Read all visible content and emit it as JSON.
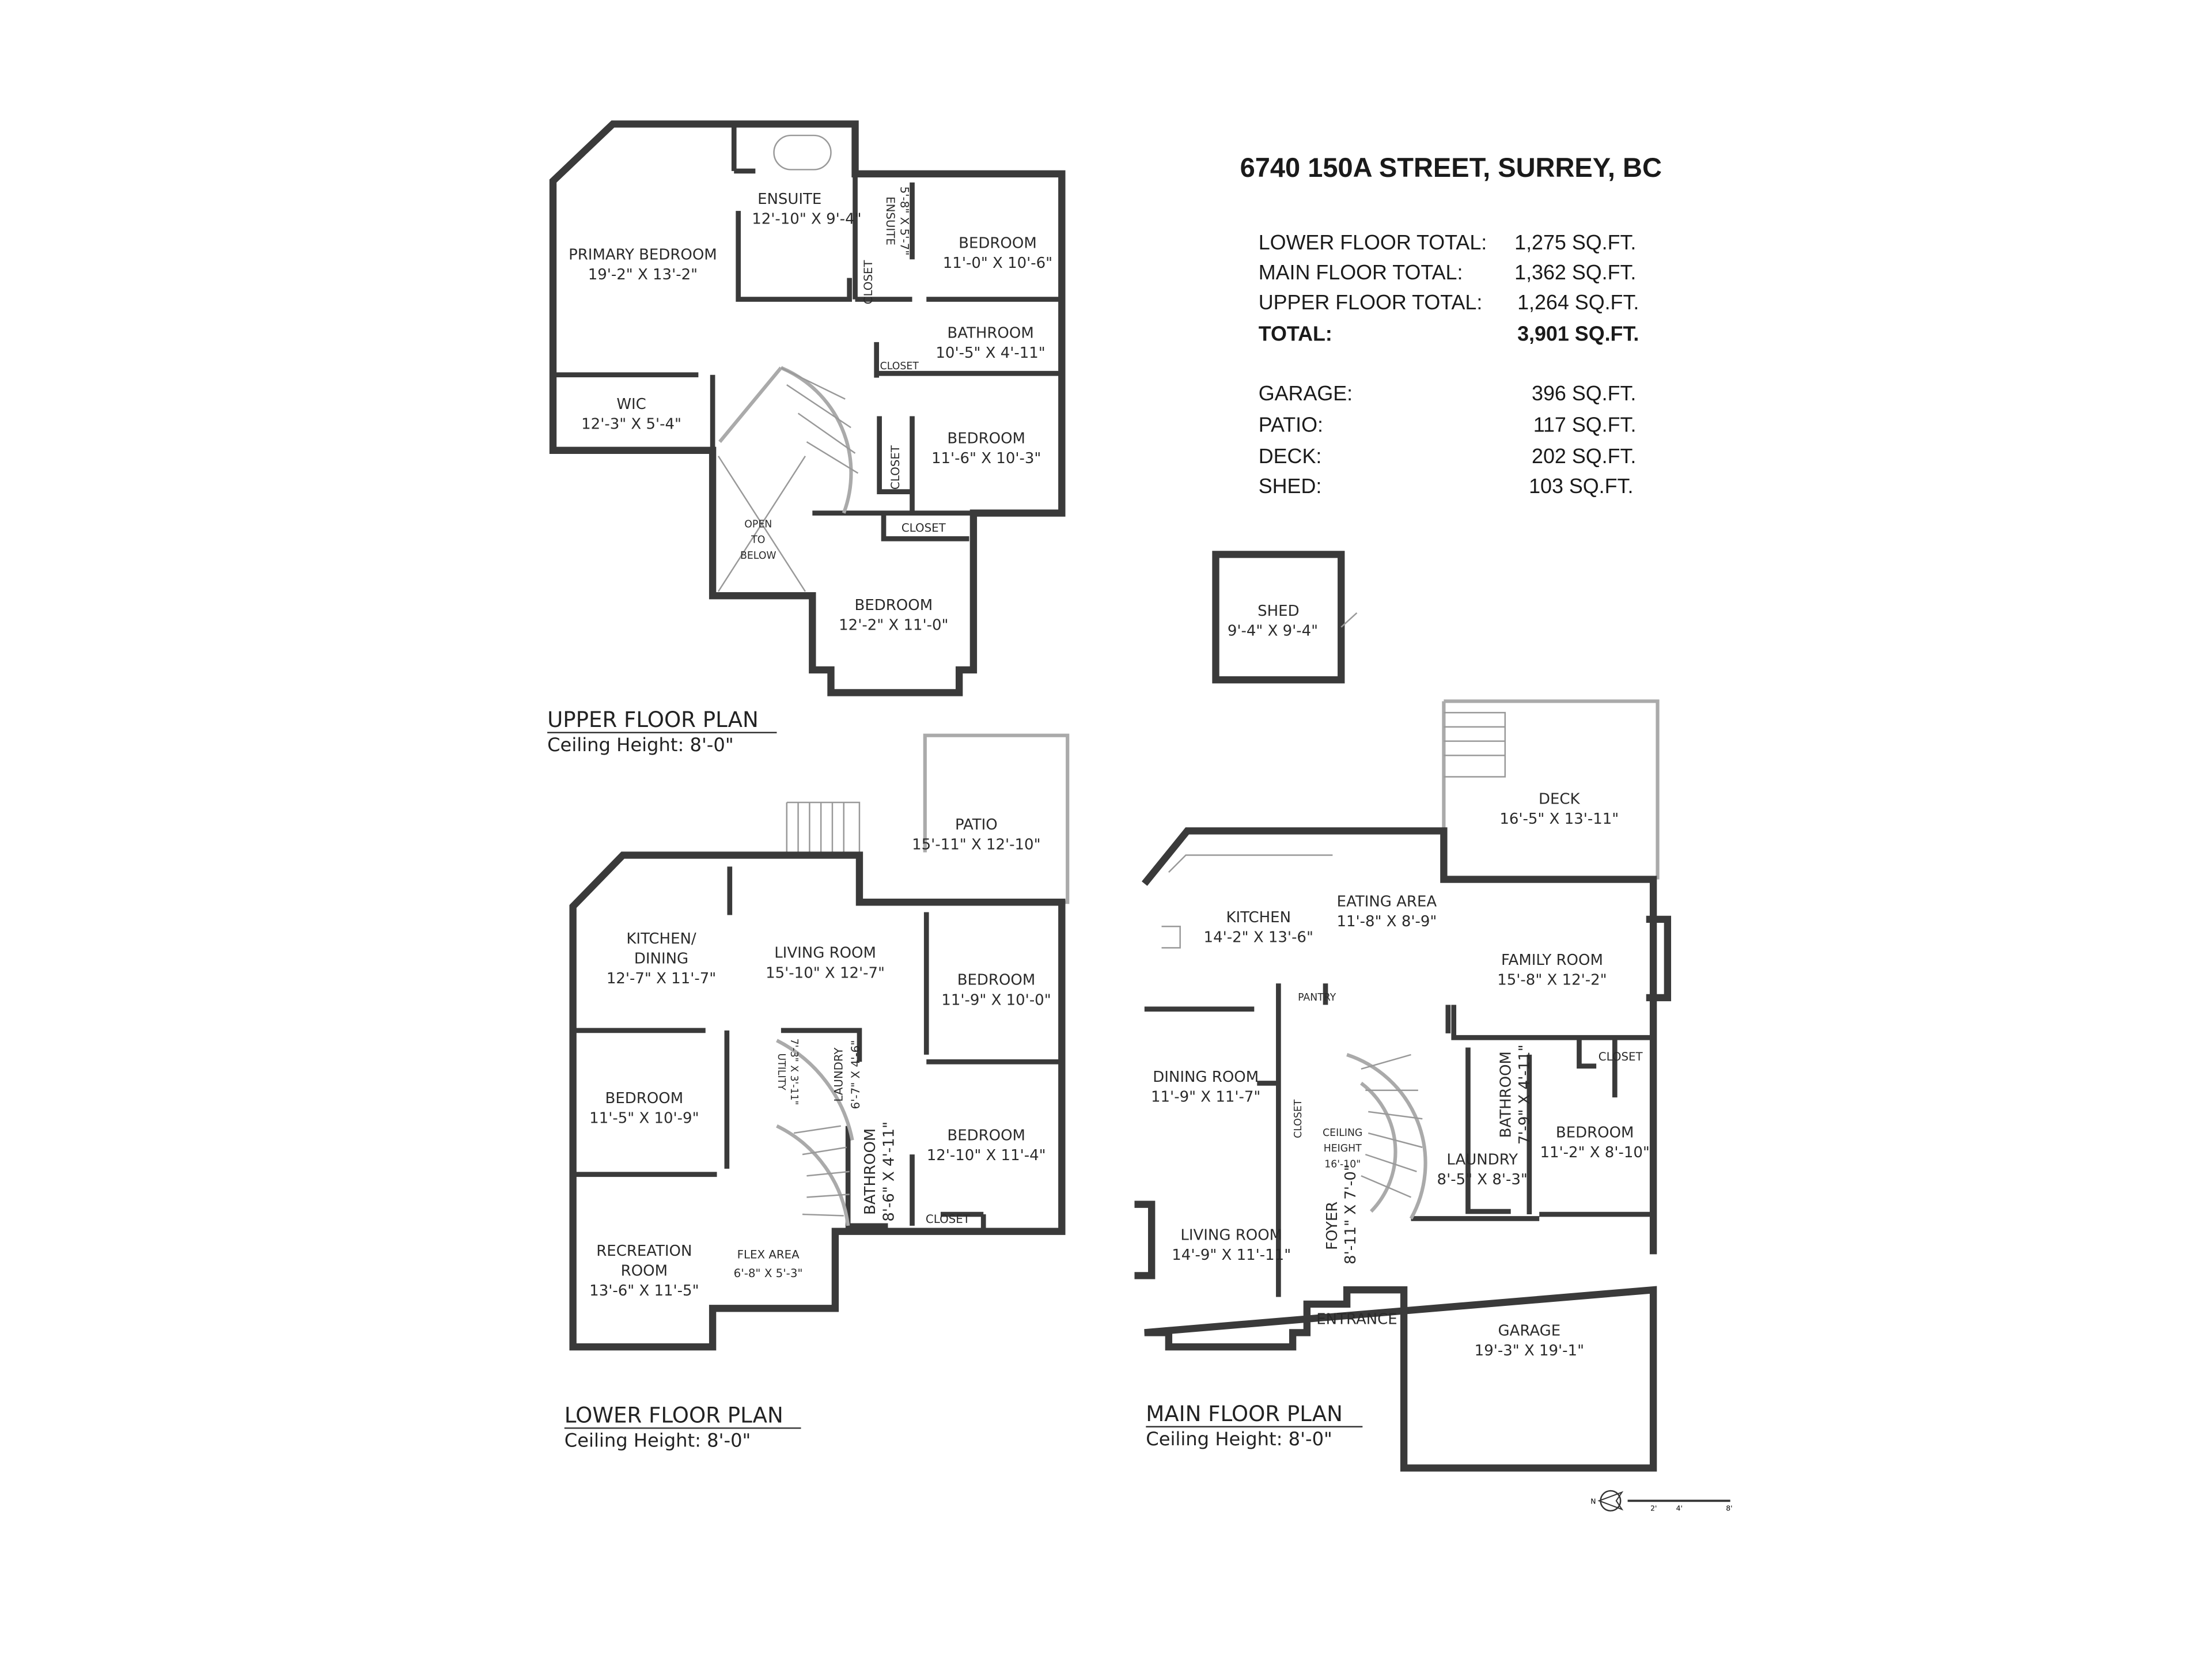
{
  "header": {
    "address": "6740 150A STREET, SURREY, BC",
    "areas": [
      {
        "label": "LOWER FLOOR TOTAL:",
        "value": "1,275 SQ.FT."
      },
      {
        "label": "MAIN FLOOR TOTAL:",
        "value": "1,362 SQ.FT."
      },
      {
        "label": "UPPER FLOOR TOTAL:",
        "value": "1,264 SQ.FT."
      },
      {
        "label": "TOTAL:",
        "value": "3,901 SQ.FT."
      }
    ],
    "extras": [
      {
        "label": "GARAGE:",
        "value": "396 SQ.FT."
      },
      {
        "label": "PATIO:",
        "value": "117 SQ.FT."
      },
      {
        "label": "DECK:",
        "value": "202 SQ.FT."
      },
      {
        "label": "SHED:",
        "value": "103 SQ.FT."
      }
    ]
  },
  "shed": {
    "name": "SHED",
    "size": "9'-4\" X 9'-4\""
  },
  "upper": {
    "title": "UPPER FLOOR PLAN",
    "ceiling": "Ceiling Height: 8'-0\"",
    "rooms": [
      {
        "name": "PRIMARY BEDROOM",
        "size": "19'-2\" X 13'-2\""
      },
      {
        "name": "ENSUITE",
        "size": "12'-10\" X 9'-4\""
      },
      {
        "name": "ENSUITE",
        "size": "5'-8\" X 5'-7\""
      },
      {
        "name": "CLOSET"
      },
      {
        "name": "BEDROOM",
        "size": "11'-0\" X 10'-6\""
      },
      {
        "name": "BATHROOM",
        "size": "10'-5\" X 4'-11\""
      },
      {
        "name": "CLOSET"
      },
      {
        "name": "WIC",
        "size": "12'-3\" X 5'-4\""
      },
      {
        "name": "BEDROOM",
        "size": "11'-6\" X 10'-3\""
      },
      {
        "name": "CLOSET"
      },
      {
        "name": "OPEN",
        "line2": "TO",
        "line3": "BELOW"
      },
      {
        "name": "CLOSET"
      },
      {
        "name": "BEDROOM",
        "size": "12'-2\" X 11'-0\""
      }
    ]
  },
  "lower": {
    "title": "LOWER FLOOR PLAN",
    "ceiling": "Ceiling Height: 8'-0\"",
    "rooms": [
      {
        "name": "PATIO",
        "size": "15'-11\" X 12'-10\""
      },
      {
        "name": "KITCHEN/",
        "line2": "DINING",
        "size": "12'-7\" X 11'-7\""
      },
      {
        "name": "LIVING ROOM",
        "size": "15'-10\" X 12'-7\""
      },
      {
        "name": "BEDROOM",
        "size": "11'-9\" X 10'-0\""
      },
      {
        "name": "BEDROOM",
        "size": "11'-5\" X 10'-9\""
      },
      {
        "name": "UTILITY",
        "size": "7'-3\" X 3'-11\""
      },
      {
        "name": "LAUNDRY",
        "size": "6'-7\" X 4'-6\""
      },
      {
        "name": "BATHROOM",
        "size": "8'-6\" X 4'-11\""
      },
      {
        "name": "BEDROOM",
        "size": "12'-10\" X 11'-4\""
      },
      {
        "name": "CLOSET"
      },
      {
        "name": "RECREATION",
        "line2": "ROOM",
        "size": "13'-6\" X 11'-5\""
      },
      {
        "name": "FLEX AREA",
        "size": "6'-8\" X 5'-3\""
      }
    ]
  },
  "main": {
    "title": "MAIN FLOOR PLAN",
    "ceiling": "Ceiling Height: 8'-0\"",
    "rooms": [
      {
        "name": "DECK",
        "size": "16'-5\" X 13'-11\""
      },
      {
        "name": "KITCHEN",
        "size": "14'-2\" X 13'-6\""
      },
      {
        "name": "EATING AREA",
        "size": "11'-8\" X 8'-9\""
      },
      {
        "name": "FAMILY ROOM",
        "size": "15'-8\" X 12'-2\""
      },
      {
        "name": "PANTRY"
      },
      {
        "name": "DINING ROOM",
        "size": "11'-9\" X 11'-7\""
      },
      {
        "name": "CLOSET"
      },
      {
        "name": "CEILING",
        "line2": "HEIGHT",
        "size": "16'-10\""
      },
      {
        "name": "BATHROOM",
        "size": "7'-9\" X 4'-11\""
      },
      {
        "name": "CLOSET"
      },
      {
        "name": "BEDROOM",
        "size": "11'-2\" X 8'-10\""
      },
      {
        "name": "LAUNDRY",
        "size": "8'-5\" X 8'-3\""
      },
      {
        "name": "LIVING ROOM",
        "size": "14'-9\" X 11'-11\""
      },
      {
        "name": "FOYER",
        "size": "8'-11\" X 7'-0\""
      },
      {
        "name": "ENTRANCE"
      },
      {
        "name": "GARAGE",
        "size": "19'-3\" X 19'-1\""
      }
    ]
  },
  "scale": {
    "north": "N",
    "ticks": [
      "2'",
      "4'",
      "8'"
    ]
  },
  "colors": {
    "wall": "#3a3a3a",
    "text": "#2a2a2a",
    "background": "#ffffff"
  }
}
